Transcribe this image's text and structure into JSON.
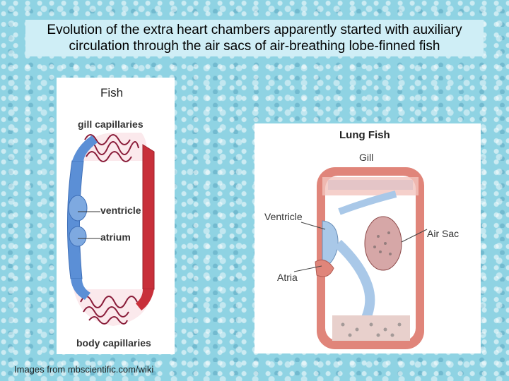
{
  "title": "Evolution of the extra heart chambers apparently started with auxiliary circulation through the air sacs of air-breathing lobe-finned fish",
  "fish_panel": {
    "heading": "Fish",
    "labels": {
      "gill_capillaries": "gill capillaries",
      "ventricle": "ventricle",
      "atrium": "atrium",
      "body_capillaries": "body capillaries"
    }
  },
  "lung_fish_panel": {
    "heading": "Lung Fish",
    "labels": {
      "gill": "Gill",
      "ventricle": "Ventricle",
      "air_sac": "Air Sac",
      "atria": "Atria"
    }
  },
  "credit": "Images from mbscientific.com/wiki",
  "colors": {
    "oxygenated": "#c8303a",
    "deoxygenated": "#5b8fd6",
    "lung_red": "#e0857a",
    "lung_blue": "#a9c8e8"
  }
}
